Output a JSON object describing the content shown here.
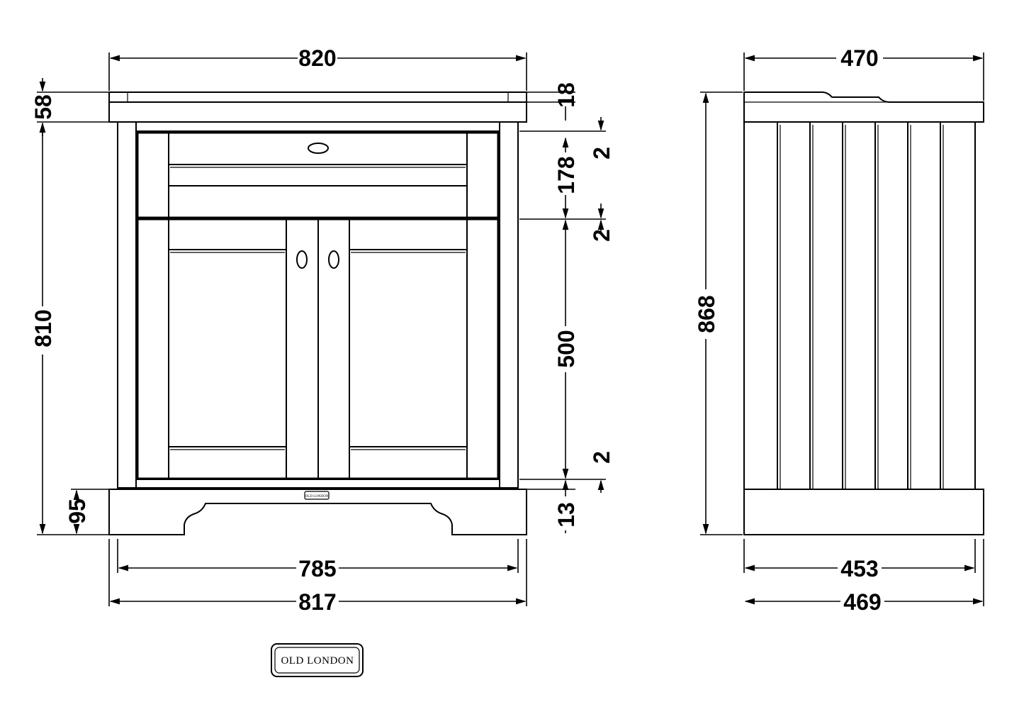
{
  "front_view": {
    "overall_width_top": "820",
    "worktop_height": "58",
    "worktop_lip": "18",
    "body_height": "810",
    "drawer_gap_top": "2",
    "drawer_height": "178",
    "drawer_gap_bottom": "2",
    "door_height": "500",
    "door_gap_bottom": "2",
    "plinth_gap": "13",
    "plinth_height": "95",
    "inner_width": "785",
    "overall_width_bottom": "817",
    "plinth_badge": "OLD LONDON"
  },
  "side_view": {
    "depth_top": "470",
    "overall_height": "868",
    "inner_depth": "453",
    "depth_bottom": "469"
  },
  "logo": {
    "text": "OLD LONDON"
  }
}
